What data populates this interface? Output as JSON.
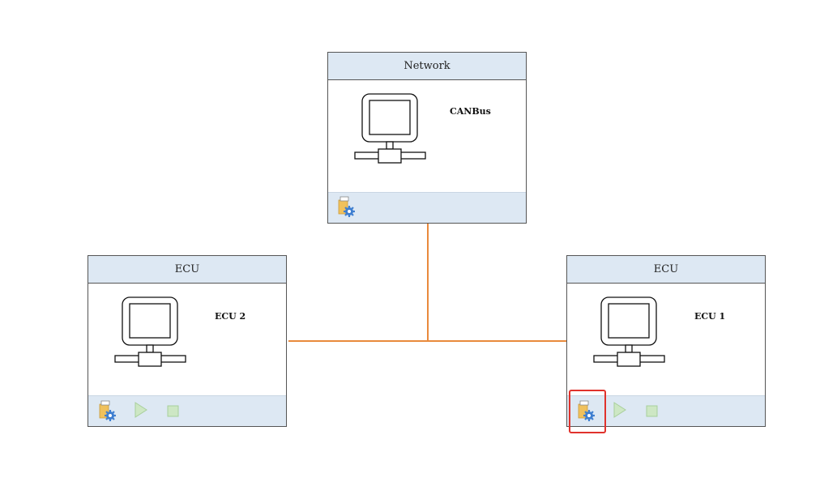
{
  "nodes": {
    "network": {
      "header": "Network",
      "label": "CANBus"
    },
    "ecu_left": {
      "header": "ECU",
      "label": "ECU 2"
    },
    "ecu_right": {
      "header": "ECU",
      "label": "ECU 1"
    }
  },
  "icons": {
    "machine": "network-computer-icon",
    "configure": "configure-gear-icon",
    "run": "play-icon",
    "stop": "stop-icon"
  },
  "colors": {
    "header_bg": "#dde8f3",
    "wire": "#e98a3c",
    "highlight": "#e0322c"
  }
}
